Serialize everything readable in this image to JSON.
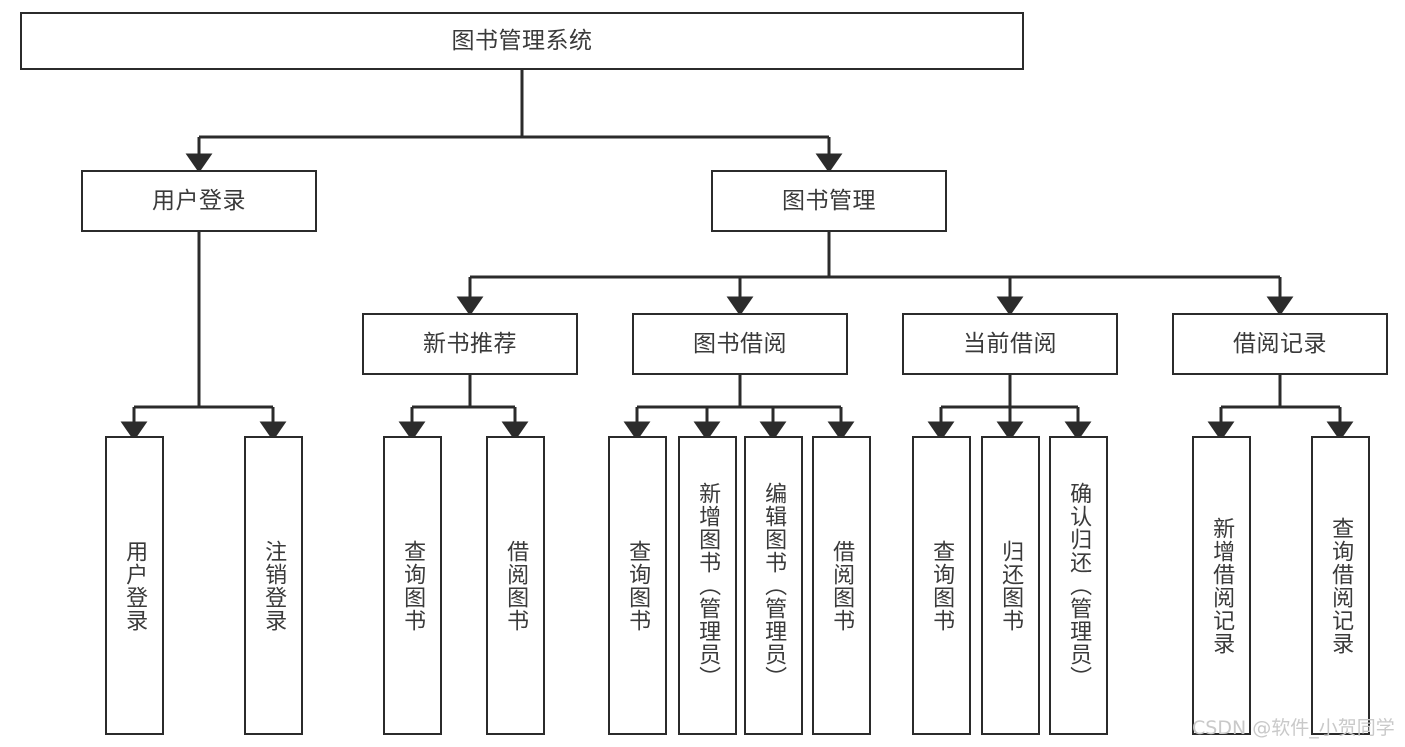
{
  "diagram": {
    "type": "hierarchy-tree",
    "title_node": {
      "id": "root",
      "label": "图书管理系统"
    },
    "level2": [
      {
        "id": "user-login",
        "label": "用户登录"
      },
      {
        "id": "book-management",
        "label": "图书管理"
      }
    ],
    "level3": [
      {
        "id": "new-book-recommend",
        "label": "新书推荐",
        "parent": "book-management"
      },
      {
        "id": "book-borrow",
        "label": "图书借阅",
        "parent": "book-management"
      },
      {
        "id": "current-borrow",
        "label": "当前借阅",
        "parent": "book-management"
      },
      {
        "id": "borrow-record",
        "label": "借阅记录",
        "parent": "book-management"
      }
    ],
    "leaves": [
      {
        "id": "leaf-user-login",
        "label": "用户登录",
        "parent": "user-login"
      },
      {
        "id": "leaf-logout",
        "label": "注销登录",
        "parent": "user-login"
      },
      {
        "id": "leaf-query-book-1",
        "label": "查询图书",
        "parent": "new-book-recommend"
      },
      {
        "id": "leaf-borrow-book-1",
        "label": "借阅图书",
        "parent": "new-book-recommend"
      },
      {
        "id": "leaf-query-book-2",
        "label": "查询图书",
        "parent": "book-borrow"
      },
      {
        "id": "leaf-add-book",
        "label": "新增图书（管理员）",
        "parent": "book-borrow"
      },
      {
        "id": "leaf-edit-book",
        "label": "编辑图书（管理员）",
        "parent": "book-borrow"
      },
      {
        "id": "leaf-borrow-book-2",
        "label": "借阅图书",
        "parent": "book-borrow"
      },
      {
        "id": "leaf-query-book-3",
        "label": "查询图书",
        "parent": "current-borrow"
      },
      {
        "id": "leaf-return-book",
        "label": "归还图书",
        "parent": "current-borrow"
      },
      {
        "id": "leaf-confirm-return",
        "label": "确认归还（管理员）",
        "parent": "current-borrow"
      },
      {
        "id": "leaf-add-record",
        "label": "新增借阅记录",
        "parent": "borrow-record"
      },
      {
        "id": "leaf-query-record",
        "label": "查询借阅记录",
        "parent": "borrow-record"
      }
    ],
    "colors": {
      "stroke": "#2b2b2b",
      "text": "#3a3a3a",
      "background": "#ffffff",
      "watermark": "#c9c9c9"
    }
  },
  "watermark": {
    "text": "CSDN @软件_小贺同学"
  }
}
